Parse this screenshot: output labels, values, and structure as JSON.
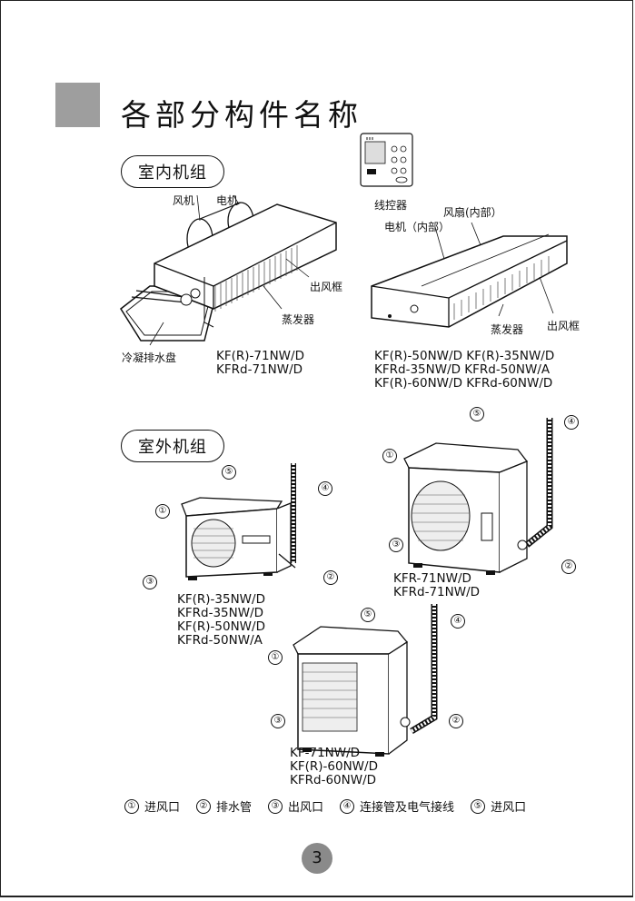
{
  "title": "各部分构件名称",
  "sections": {
    "indoor": "室内机组",
    "outdoor": "室外机组"
  },
  "indoor_labels": {
    "fan": "风机",
    "motor": "电机",
    "outlet_frame_left": "出风框",
    "evaporator_left": "蒸发器",
    "drain_pan": "冷凝排水盘",
    "wire_controller": "线控器",
    "fan_inside": "风扇(内部）",
    "motor_inside": "电机（内部）",
    "evaporator_right": "蒸发器",
    "outlet_frame_right": "出风框"
  },
  "indoor_models": {
    "left": "KF(R)-71NW/D\nKFRd-71NW/D",
    "right": "KF(R)-50NW/D KF(R)-35NW/D\nKFRd-35NW/D KFRd-50NW/A\nKF(R)-60NW/D KFRd-60NW/D"
  },
  "outdoor_models": {
    "left": "KF(R)-35NW/D\nKFRd-35NW/D\nKF(R)-50NW/D\nKFRd-50NW/A",
    "right": "KFR-71NW/D\nKFRd-71NW/D",
    "bottom": "KF-71NW/D\nKF(R)-60NW/D\nKFRd-60NW/D"
  },
  "callouts": [
    "①",
    "②",
    "③",
    "④",
    "⑤"
  ],
  "legend": [
    {
      "num": "①",
      "label": "进风口"
    },
    {
      "num": "②",
      "label": "排水管"
    },
    {
      "num": "③",
      "label": "出风口"
    },
    {
      "num": "④",
      "label": "连接管及电气接线"
    },
    {
      "num": "⑤",
      "label": "进风口"
    }
  ],
  "page_number": "3"
}
